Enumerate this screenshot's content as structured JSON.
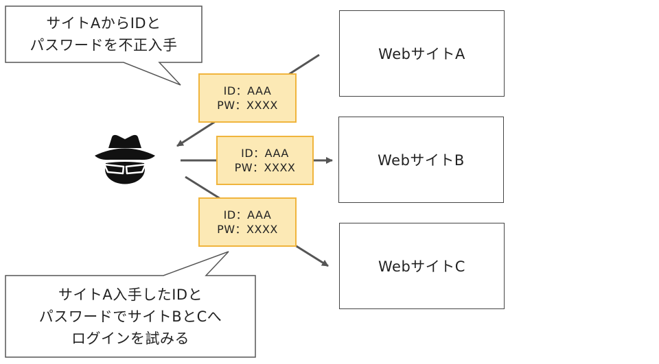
{
  "sites": [
    {
      "label": "WebサイトA"
    },
    {
      "label": "WebサイトB"
    },
    {
      "label": "WebサイトC"
    }
  ],
  "credentials": [
    {
      "id_line": "ID：AAA",
      "pw_line": "PW：XXXX"
    },
    {
      "id_line": "ID：AAA",
      "pw_line": "PW：XXXX"
    },
    {
      "id_line": "ID：AAA",
      "pw_line": "PW：XXXX"
    }
  ],
  "callouts": {
    "top": {
      "lines": [
        "サイトAからIDと",
        "パスワードを不正入手"
      ]
    },
    "bottom": {
      "lines": [
        "サイトA入手したIDと",
        "パスワードでサイトBとCへ",
        "ログインを試みる"
      ]
    }
  },
  "attacker": {
    "icon": "hacker-icon"
  },
  "colors": {
    "card_fill": "#fce9b5",
    "card_border": "#f0b43c",
    "line": "#555555",
    "box_border": "#444444",
    "icon": "#111111"
  }
}
